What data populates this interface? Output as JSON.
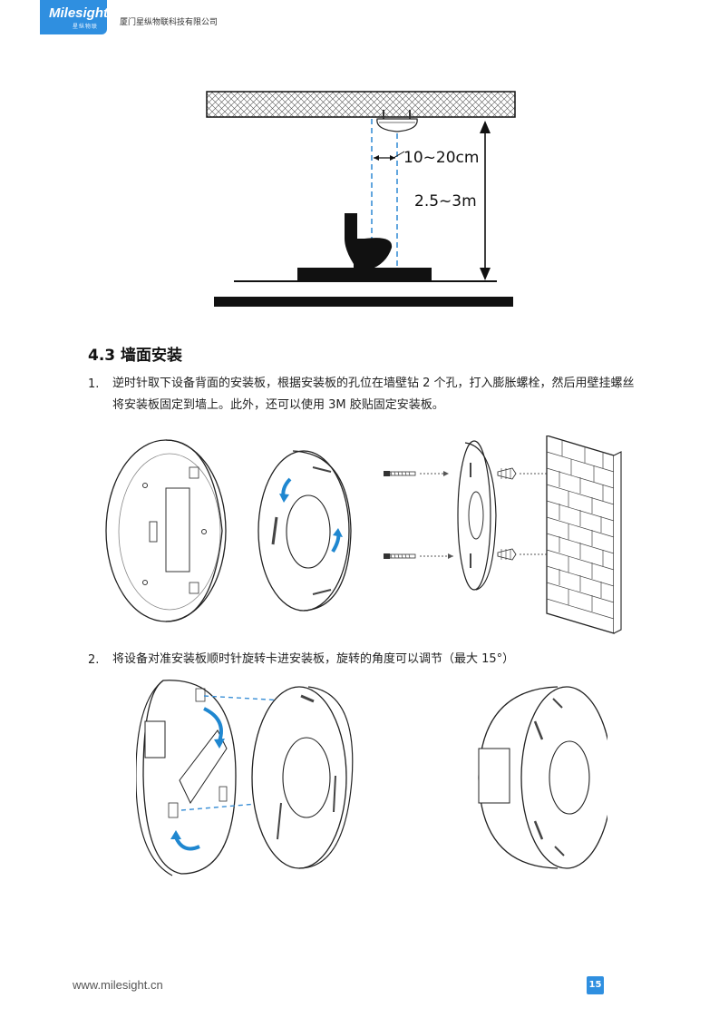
{
  "header": {
    "brand": "Milesight",
    "brand_sub": "星纵物联",
    "company": "厦门星纵物联科技有限公司"
  },
  "diagram": {
    "offset_label": "10~20cm",
    "height_label": "2.5~3m"
  },
  "section": {
    "title": "4.3 墙面安装"
  },
  "steps": [
    {
      "num": "1.",
      "text": "逆时针取下设备背面的安装板，根据安装板的孔位在墙壁钻 2 个孔，打入膨胀螺栓，然后用壁挂螺丝将安装板固定到墙上。此外，还可以使用 3M 胶贴固定安装板。"
    },
    {
      "num": "2.",
      "text": "将设备对准安装板顺时针旋转卡进安装板，旋转的角度可以调节（最大 15°）"
    }
  ],
  "footer": {
    "url": "www.milesight.cn",
    "page": "15"
  },
  "colors": {
    "brand_blue": "#2f8fe0",
    "dash_blue": "#3a8fd6",
    "arrow_blue": "#1f87d0"
  }
}
